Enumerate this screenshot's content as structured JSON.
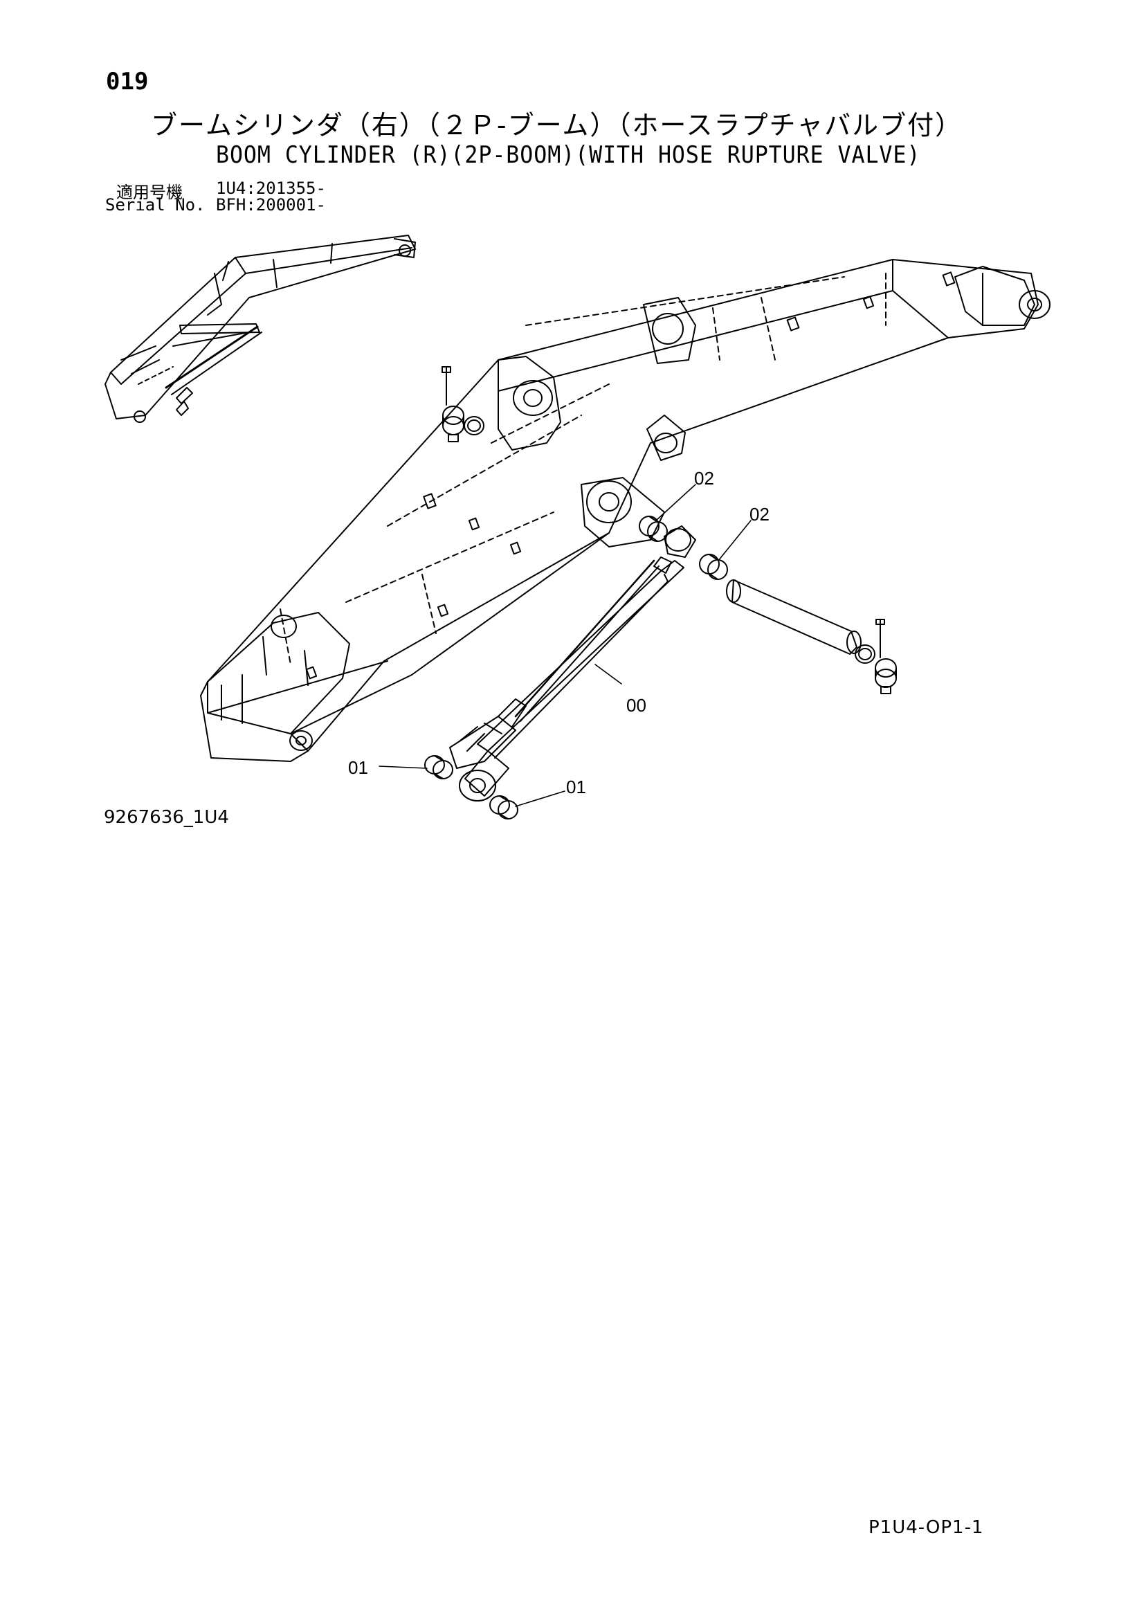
{
  "page": {
    "number": "019",
    "title_jp": "ブームシリンダ（右）（２Ｐ-ブーム）（ホースラプチャバルブ付）",
    "title_en": "BOOM CYLINDER (R)(2P-BOOM)(WITH HOSE RUPTURE VALVE)",
    "serial": {
      "jp_label": "適用号機",
      "jp_value": "1U4:201355-",
      "en_label": "Serial No.",
      "en_value": "BFH:200001-"
    },
    "drawing_id": "9267636_1U4",
    "doc_code": "P1U4-OP1-1"
  },
  "callouts": [
    {
      "id": "c-02a",
      "label": "02"
    },
    {
      "id": "c-02b",
      "label": "02"
    },
    {
      "id": "c-00",
      "label": "00"
    },
    {
      "id": "c-01a",
      "label": "01"
    },
    {
      "id": "c-01b",
      "label": "01"
    }
  ]
}
